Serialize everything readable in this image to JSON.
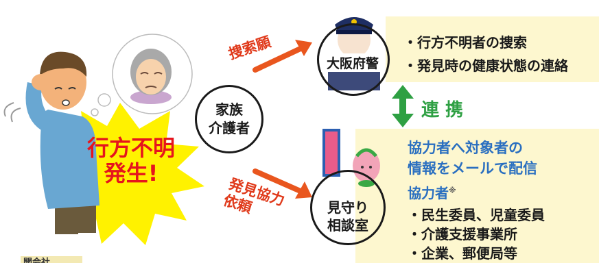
{
  "family": {
    "label_line1": "家族",
    "label_line2": "介護者"
  },
  "alert": {
    "line1": "行方不明",
    "line2": "発生!"
  },
  "police": {
    "label": "大阪府警",
    "request_label": "捜索願",
    "duties": [
      "・行方不明者の捜索",
      "・発見時の健康状態の連絡"
    ]
  },
  "link": {
    "label": "連 携"
  },
  "office": {
    "label_line1": "見守り",
    "label_line2": "相談室",
    "request_line1": "発見協力",
    "request_line2": "依頼",
    "headline_line1": "協力者へ対象者の",
    "headline_line2": "情報をメールで配信",
    "helpers_title": "協力者",
    "helpers_mark": "※",
    "helpers": [
      "・民生委員、児童委員",
      "・介護支援事業所",
      "・企業、郵便局等"
    ]
  },
  "corner_tag": "開会社",
  "colors": {
    "arrow": "#e9561e",
    "link": "#2ea043",
    "panel": "#fdf7cf",
    "blue_text": "#2a6fc0",
    "alert_text": "#e6141d",
    "burst": "#fff200"
  }
}
